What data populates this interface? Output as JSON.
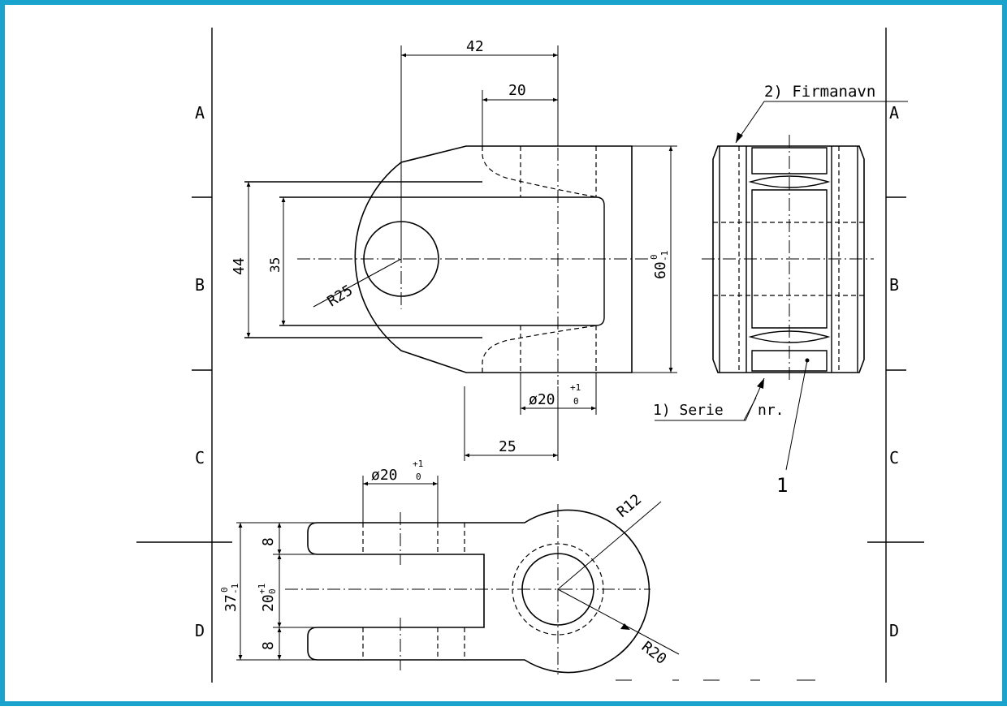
{
  "zones_left": [
    "A",
    "B",
    "C",
    "D"
  ],
  "zones_right": [
    "A",
    "B",
    "C",
    "D"
  ],
  "front_view": {
    "dim_top_outer": "42",
    "dim_top_inner": "20",
    "dim_height_outer": "44",
    "dim_height_inner": "35",
    "radius_label": "R25",
    "dim_right": "60",
    "dim_right_tol_upper": "0",
    "dim_right_tol_lower": "-1",
    "hole_dim": "ø20",
    "hole_tol_upper": "+1",
    "hole_tol_lower": "0",
    "dim_bottom": "25"
  },
  "side_view": {
    "callout_company": "2) Firmanavn",
    "callout_serial_part1": "1) Serie",
    "callout_serial_part2": "nr.",
    "item_number": "1"
  },
  "top_view": {
    "hole_dim": "ø20",
    "hole_tol_upper": "+1",
    "hole_tol_lower": "0",
    "radius_small": "R12",
    "radius_large": "R20",
    "dim_lug_top": "8",
    "dim_lug_bottom": "8",
    "dim_total": "37",
    "dim_total_tol_upper": "0",
    "dim_total_tol_lower": "-1",
    "dim_gap": "20",
    "dim_gap_tol_upper": "+1",
    "dim_gap_tol_lower": "0"
  }
}
